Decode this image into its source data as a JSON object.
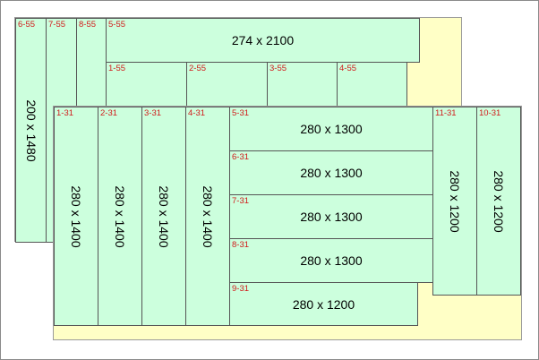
{
  "colors": {
    "sheet_fill": "#ffffc6",
    "piece_fill": "#ccffdd",
    "piece_border": "#555555",
    "id_text": "#d11a1a",
    "dim_text": "#000000"
  },
  "sheets": [
    {
      "pieces": [
        {
          "id": "6-55",
          "dim": "200 x 1480"
        },
        {
          "id": "7-55",
          "dim": ""
        },
        {
          "id": "8-55",
          "dim": ""
        },
        {
          "id": "5-55",
          "dim": "274 x 2100"
        },
        {
          "id": "1-55",
          "dim": ""
        },
        {
          "id": "2-55",
          "dim": ""
        },
        {
          "id": "3-55",
          "dim": ""
        },
        {
          "id": "4-55",
          "dim": ""
        }
      ]
    },
    {
      "pieces": [
        {
          "id": "1-31",
          "dim": "280 x 1400"
        },
        {
          "id": "2-31",
          "dim": "280 x 1400"
        },
        {
          "id": "3-31",
          "dim": "280 x 1400"
        },
        {
          "id": "4-31",
          "dim": "280 x 1400"
        },
        {
          "id": "5-31",
          "dim": "280 x 1300"
        },
        {
          "id": "6-31",
          "dim": "280 x 1300"
        },
        {
          "id": "7-31",
          "dim": "280 x 1300"
        },
        {
          "id": "8-31",
          "dim": "280 x 1300"
        },
        {
          "id": "9-31",
          "dim": "280 x 1200"
        },
        {
          "id": "11-31",
          "dim": "280 x 1200"
        },
        {
          "id": "10-31",
          "dim": "280 x 1200"
        }
      ]
    }
  ]
}
